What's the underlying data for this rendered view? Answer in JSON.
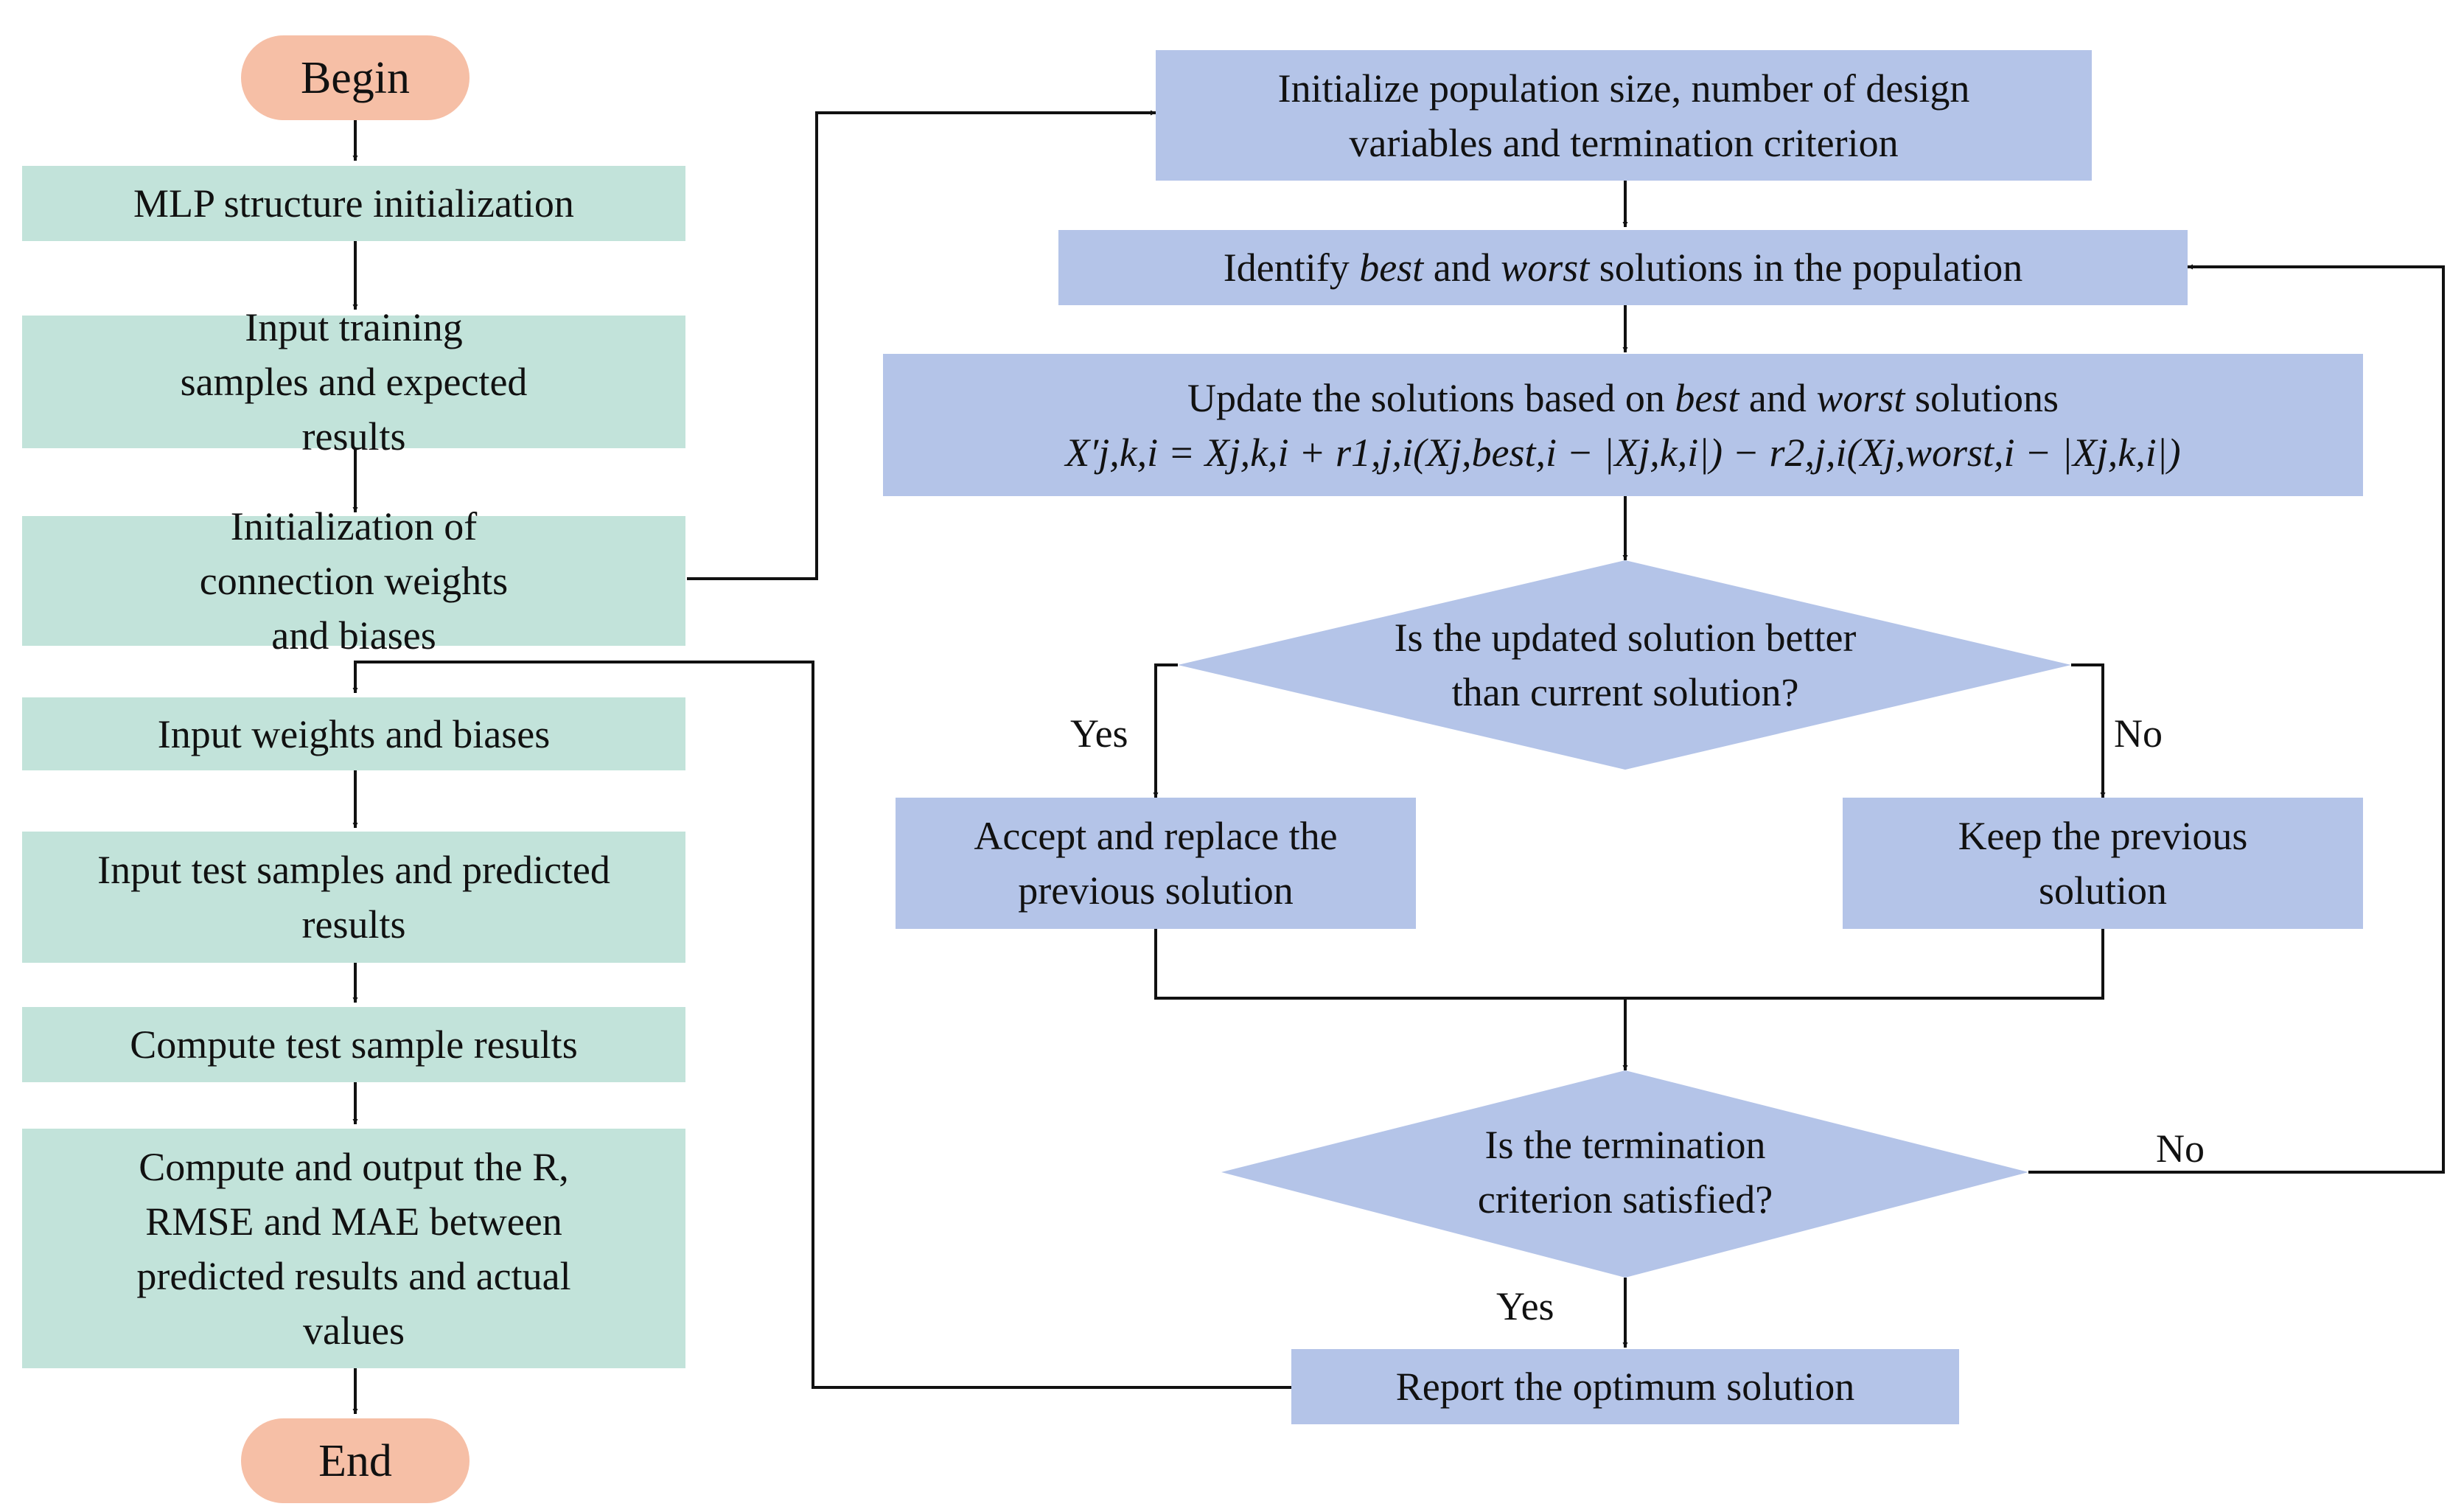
{
  "left_flow": {
    "begin": "Begin",
    "mlp_init": "MLP structure initialization",
    "input_training": "Input training samples and expected results",
    "init_weights": "Initialization of connection weights and biases",
    "input_weights": "Input weights and biases",
    "input_test": "Input test samples and predicted results",
    "compute_test": "Compute test sample results",
    "compute_output": "Compute and output the R, RMSE and MAE between predicted results and actual values",
    "end": "End"
  },
  "right_flow": {
    "init_population": "Initialize population size, number of design variables and termination criterion",
    "identify": {
      "prefix": "Identify ",
      "best": "best",
      "and": " and ",
      "worst": "worst",
      "suffix": " solutions in the population"
    },
    "update": {
      "prefix": "Update the solutions based on ",
      "best": "best",
      "and": " and ",
      "worst": "worst",
      "suffix": " solutions",
      "formula": "X′j,k,i = Xj,k,i + r1,j,i(Xj,best,i − |Xj,k,i|) − r2,j,i(Xj,worst,i − |Xj,k,i|)"
    },
    "decision_better": "Is the updated solution better than current solution?",
    "accept": "Accept and replace the previous solution",
    "keep": "Keep the previous solution",
    "decision_termination": "Is the termination criterion satisfied?",
    "report": "Report the optimum solution"
  },
  "edge_labels": {
    "yes_left": "Yes",
    "no_right": "No",
    "no_loop": "No",
    "yes_down": "Yes"
  },
  "colors": {
    "left_box": "#c2e3da",
    "right_box": "#b4c4e8",
    "terminal": "#f6bfa6",
    "line": "#111111"
  }
}
